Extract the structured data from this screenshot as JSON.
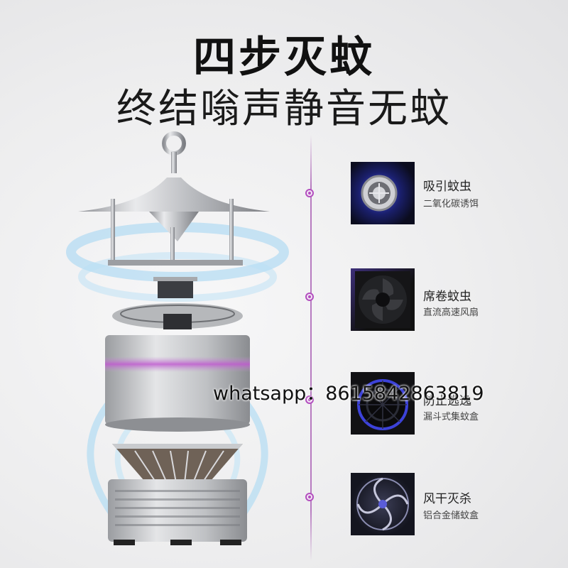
{
  "headline": "四步灭蚊",
  "subheadline": "终结嗡声静音无蚊",
  "watermark": "whatsapp：8615842863819",
  "accent_color": "#b34fbf",
  "steps": [
    {
      "title": "吸引蚊虫",
      "subtitle": "二氧化碳诱饵",
      "icon": "uv-lamp-icon"
    },
    {
      "title": "席卷蚊虫",
      "subtitle": "直流高速风扇",
      "icon": "fan-icon"
    },
    {
      "title": "防止逃逸",
      "subtitle": "漏斗式集蚊盒",
      "icon": "funnel-icon"
    },
    {
      "title": "风干灭杀",
      "subtitle": "铝合金储蚊盒",
      "icon": "vortex-icon"
    }
  ]
}
